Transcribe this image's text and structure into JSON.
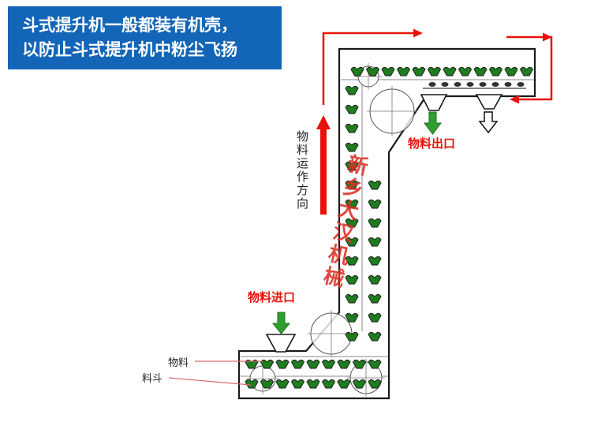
{
  "banner": {
    "line1": "斗式提升机一般都装有机壳，",
    "line2": "以防止斗式提升机中粉尘飞扬"
  },
  "diagram": {
    "flow_direction_label": "物料运作方向",
    "outlet_label": "物料出口",
    "inlet_label": "物料进口",
    "material_label": "物料",
    "bucket_label": "料斗",
    "watermark": "新乡大汉机械"
  },
  "colors": {
    "banner_bg": "#1365b7",
    "banner_text": "#ffffff",
    "label_red": "#e8120c",
    "arrow_green": "#2f9e2f",
    "machine_outline": "#1a1a1a",
    "bucket_green": "#1e7d1e",
    "watermark_red": "#d93025"
  }
}
